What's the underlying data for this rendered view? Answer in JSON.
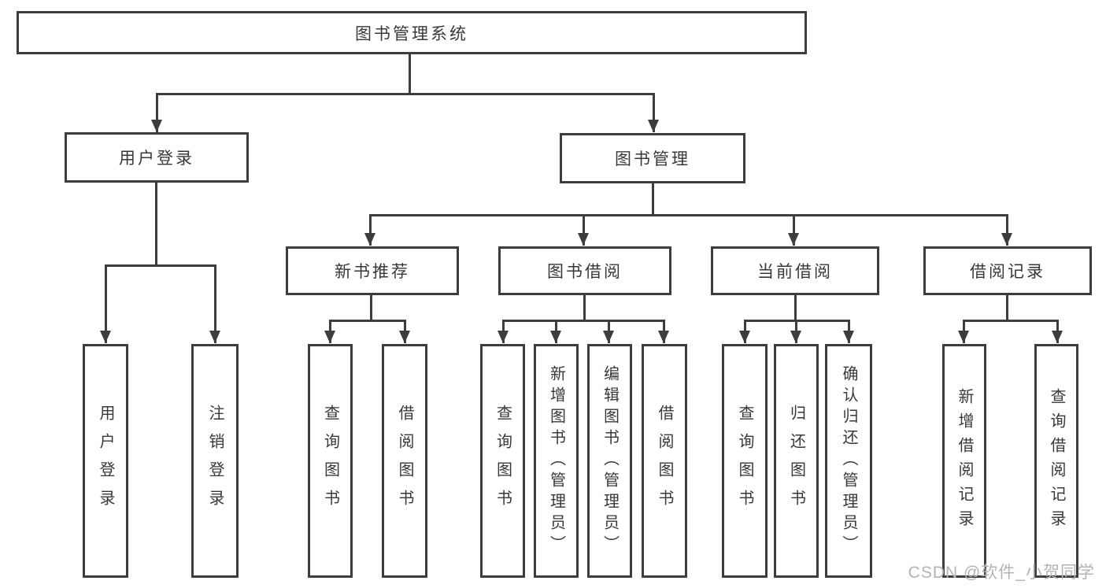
{
  "diagram_title": "图书管理系统",
  "nodes": {
    "root": {
      "label": "图书管理系统"
    },
    "user_login": {
      "label": "用户登录"
    },
    "book_mgmt": {
      "label": "图书管理"
    },
    "new_book_rec": {
      "label": "新书推荐"
    },
    "book_borrow": {
      "label": "图书借阅"
    },
    "current_borrow": {
      "label": "当前借阅"
    },
    "borrow_record": {
      "label": "借阅记录"
    },
    "leaf_user_login": {
      "label": "用户登录"
    },
    "leaf_logout": {
      "label": "注销登录"
    },
    "leaf_query_book_1": {
      "label": "查询图书"
    },
    "leaf_borrow_book_1": {
      "label": "借阅图书"
    },
    "leaf_query_book_2": {
      "label": "查询图书"
    },
    "leaf_add_book": {
      "label": "新增图书（管理员）"
    },
    "leaf_edit_book": {
      "label": "编辑图书（管理员）"
    },
    "leaf_borrow_book_2": {
      "label": "借阅图书"
    },
    "leaf_query_book_3": {
      "label": "查询图书"
    },
    "leaf_return_book": {
      "label": "归还图书"
    },
    "leaf_confirm_return": {
      "label": "确认归还（管理员）"
    },
    "leaf_add_record": {
      "label": "新增借阅记录"
    },
    "leaf_query_record": {
      "label": "查询借阅记录"
    }
  },
  "hierarchy": {
    "图书管理系统": {
      "用户登录": [
        "用户登录",
        "注销登录"
      ],
      "图书管理": {
        "新书推荐": [
          "查询图书",
          "借阅图书"
        ],
        "图书借阅": [
          "查询图书",
          "新增图书（管理员）",
          "编辑图书（管理员）",
          "借阅图书"
        ],
        "当前借阅": [
          "查询图书",
          "归还图书",
          "确认归还（管理员）"
        ],
        "借阅记录": [
          "新增借阅记录",
          "查询借阅记录"
        ]
      }
    }
  },
  "watermark": "CSDN @软件_小贺同学",
  "colors": {
    "line": "#3d3d3d",
    "text": "#383838",
    "watermark": "#b3b3b3",
    "background": "#ffffff"
  }
}
